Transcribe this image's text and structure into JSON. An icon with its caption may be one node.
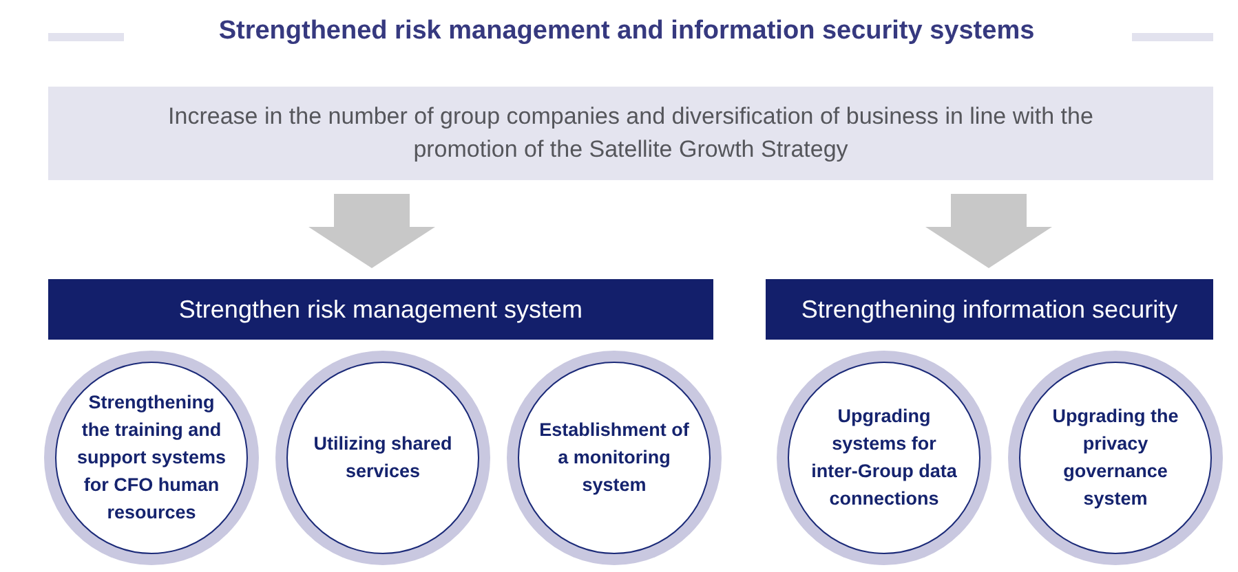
{
  "diagram": {
    "title": "Strengthened risk management and information security systems",
    "nodes": [
      {
        "text": [
          "Increase in the number of group companies and diversification of business in line with the promotion of the Satellite Growth Strategy"
        ]
      },
      {
        "text": [
          "Strengthen risk management system"
        ]
      },
      {
        "text": [
          "Strengthening information security"
        ]
      },
      {
        "text": [
          "Strengthening the training and support systems for CFO human resources"
        ]
      },
      {
        "text": [
          "Utilizing shared services"
        ]
      },
      {
        "text": [
          "Establishment of a monitoring system"
        ]
      },
      {
        "text": [
          "Upgrading systems for inter-Group data connections"
        ]
      },
      {
        "text": [
          "Upgrading the privacy governance system"
        ]
      }
    ],
    "edges": [
      {
        "from": 0,
        "to": 1,
        "arrow": "to"
      },
      {
        "from": 0,
        "to": 2,
        "arrow": "to"
      }
    ]
  }
}
